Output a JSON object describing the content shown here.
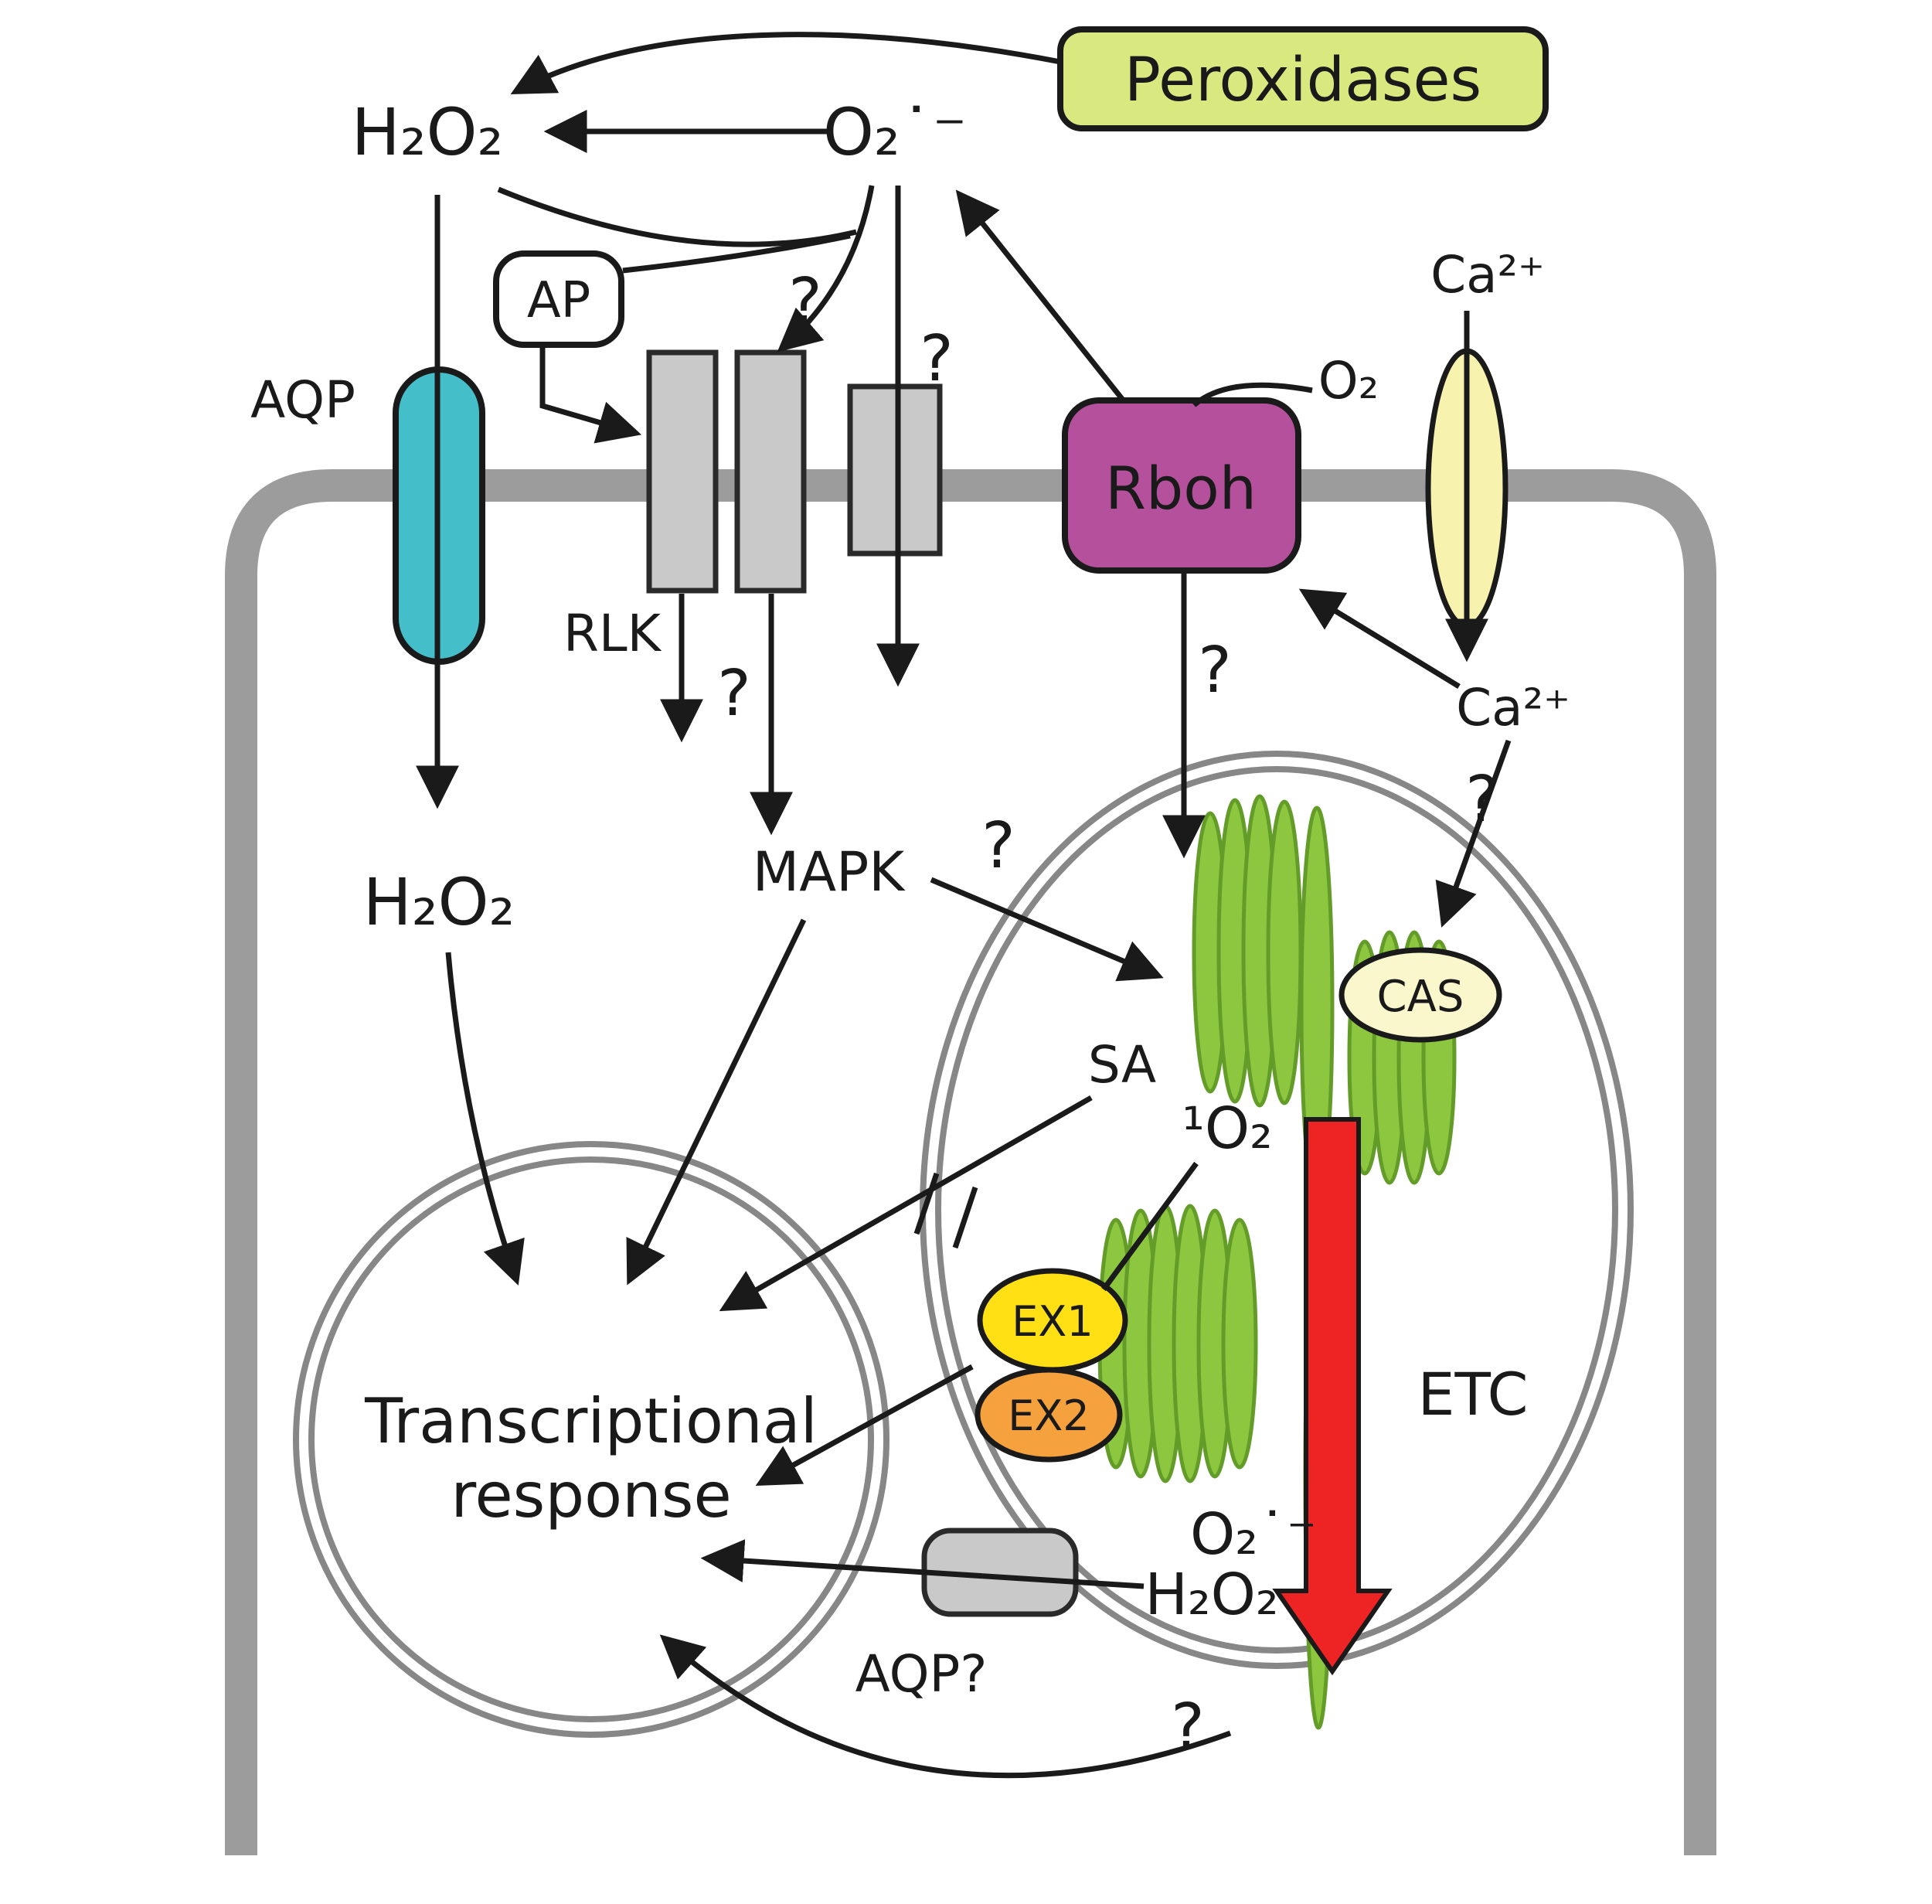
{
  "figure": {
    "type": "cell-signaling-diagram",
    "description": "ROS and calcium signaling between apoplast, plasma membrane, chloroplast and nucleus"
  },
  "labels": {
    "peroxidases": "Peroxidases",
    "h2o2_apoplast": "H₂O₂",
    "superoxide_apoplast": "O₂˙⁻",
    "ap": "AP",
    "aqp": "AQP",
    "rlk": "RLK",
    "rboh": "Rboh",
    "oxygen": "O₂",
    "ca_apoplast": "Ca²⁺",
    "ca_cytosol": "Ca²⁺",
    "h2o2_cytosol": "H₂O₂",
    "mapk": "MAPK",
    "sa": "SA",
    "cas": "CAS",
    "singlet_oxygen": "¹O₂",
    "ex1": "EX1",
    "ex2": "EX2",
    "etc": "ETC",
    "superoxide_chloroplast": "O₂˙⁻",
    "h2o2_chloroplast": "H₂O₂",
    "aqp_question": "AQP?",
    "transcriptional_line1": "Transcriptional",
    "transcriptional_line2": "response",
    "question_mark": "?"
  },
  "colors": {
    "ros_red": "#ed1c24",
    "membrane_gray": "#9c9c9c",
    "organelle_outline": "#878787",
    "protein_gray": "#c9c9c9",
    "aqp_teal": "#44bfc9",
    "rboh_magenta": "#b5509c",
    "ca_channel_yellow": "#f7f3ae",
    "peroxidases_green": "#d9e87f",
    "cas_cream": "#fbf7cd",
    "ex1_yellow": "#ffe014",
    "ex2_orange": "#f5a13d",
    "thylakoid_green": "#8dc63f",
    "etc_arrow_red": "#ee2424"
  }
}
